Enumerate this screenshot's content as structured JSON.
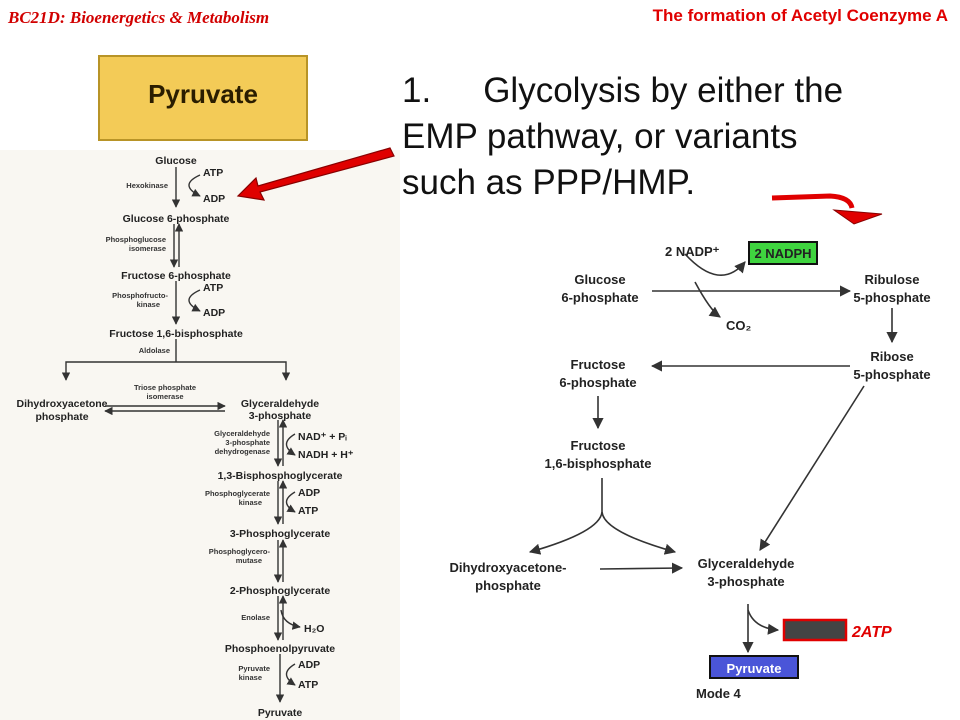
{
  "header": {
    "course": "BC21D: Bioenergetics & Metabolism",
    "title": "The formation of Acetyl Coenzyme A"
  },
  "pyruvate_box": {
    "label": "Pyruvate"
  },
  "main_text": {
    "number": "1.",
    "line1": "Glycolysis by either the",
    "line2": "EMP pathway, or variants",
    "line3": "such as PPP/HMP."
  },
  "glycolysis": {
    "glucose": "Glucose",
    "atp1": "ATP",
    "hexokinase": "Hexokinase",
    "adp1": "ADP",
    "g6p": "Glucose 6-phosphate",
    "pgi_1": "Phosphoglucose",
    "pgi_2": "isomerase",
    "f6p": "Fructose 6-phosphate",
    "atp2": "ATP",
    "pfk_1": "Phosphofructo-",
    "pfk_2": "kinase",
    "adp2": "ADP",
    "f16bp": "Fructose 1,6-bisphosphate",
    "aldolase": "Aldolase",
    "dhap_1": "Dihydroxyacetone",
    "dhap_2": "phosphate",
    "tpi_1": "Triose phosphate",
    "tpi_2": "isomerase",
    "g3p_1": "Glyceraldehyde",
    "g3p_2": "3-phosphate",
    "gapdh_1": "Glyceraldehyde",
    "gapdh_2": "3-phosphate",
    "gapdh_3": "dehydrogenase",
    "nad": "NAD⁺ + Pᵢ",
    "nadh": "NADH + H⁺",
    "bpg": "1,3-Bisphosphoglycerate",
    "pgk_1": "Phosphoglycerate",
    "pgk_2": "kinase",
    "adp3": "ADP",
    "atp3": "ATP",
    "pg3": "3-Phosphoglycerate",
    "pgm_1": "Phosphoglycero-",
    "pgm_2": "mutase",
    "pg2": "2-Phosphoglycerate",
    "enolase": "Enolase",
    "h2o": "H₂O",
    "pep": "Phosphoenolpyruvate",
    "adp4": "ADP",
    "pk_1": "Pyruvate",
    "pk_2": "kinase",
    "atp4": "ATP",
    "pyruvate": "Pyruvate"
  },
  "ppp": {
    "nadp": "2 NADP⁺",
    "nadph": "2 NADPH",
    "co2": "CO₂",
    "g6p_1": "Glucose",
    "g6p_2": "6-phosphate",
    "ribulose_1": "Ribulose",
    "ribulose_2": "5-phosphate",
    "ribose_1": "Ribose",
    "ribose_2": "5-phosphate",
    "f6p_1": "Fructose",
    "f6p_2": "6-phosphate",
    "f16bp_1": "Fructose",
    "f16bp_2": "1,6-bisphosphate",
    "dhap_1": "Dihydroxyacetone-",
    "dhap_2": "phosphate",
    "g3p_1": "Glyceraldehyde",
    "g3p_2": "3-phosphate",
    "atp": "2ATP",
    "pyruvate": "Pyruvate",
    "mode": "Mode 4"
  },
  "colors": {
    "accent_red": "#e00000",
    "box_yellow": "#f3cb57",
    "nadph_green": "#3fd43f",
    "pyruvate_blue": "#4a55d8"
  }
}
